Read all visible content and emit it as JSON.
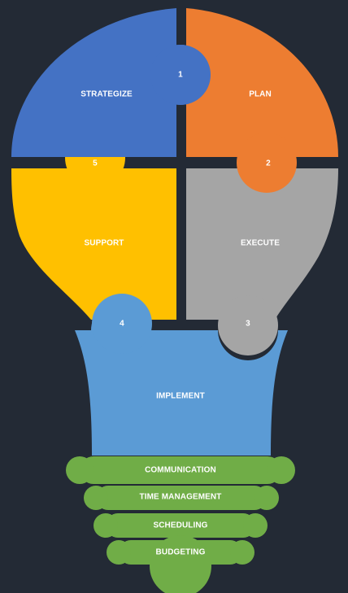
{
  "diagram": {
    "segments": [
      {
        "id": "strategize",
        "label": "STRATEGIZE",
        "number": "1",
        "color": "#4472c4"
      },
      {
        "id": "plan",
        "label": "PLAN",
        "number": "2",
        "color": "#ed7d31"
      },
      {
        "id": "execute",
        "label": "EXECUTE",
        "number": "3",
        "color": "#a5a5a5"
      },
      {
        "id": "implement",
        "label": "IMPLEMENT",
        "number": "4",
        "color": "#5b9bd5"
      },
      {
        "id": "support",
        "label": "SUPPORT",
        "number": "5",
        "color": "#ffc000"
      }
    ],
    "base": {
      "color": "#70ad47",
      "items": [
        "COMMUNICATION",
        "TIME MANAGEMENT",
        "SCHEDULING",
        "BUDGETING"
      ]
    },
    "background": "#232a35"
  }
}
